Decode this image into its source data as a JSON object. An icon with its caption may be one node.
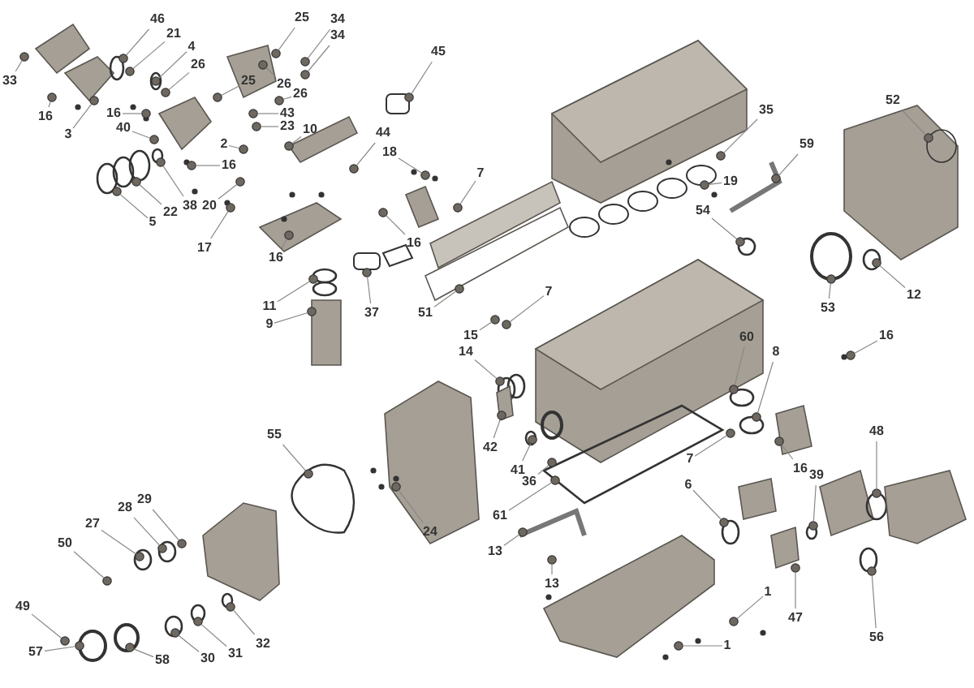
{
  "diagram": {
    "nodes": [
      {
        "text": [
          "33"
        ]
      },
      {
        "text": [
          "16"
        ]
      },
      {
        "text": [
          "46"
        ]
      },
      {
        "text": [
          "21"
        ]
      },
      {
        "text": [
          "4"
        ]
      },
      {
        "text": [
          "26"
        ]
      },
      {
        "text": [
          "3"
        ]
      },
      {
        "text": [
          "16"
        ]
      },
      {
        "text": [
          "40"
        ]
      },
      {
        "text": [
          "25"
        ]
      },
      {
        "text": [
          "34"
        ]
      },
      {
        "text": [
          "34"
        ]
      },
      {
        "text": [
          "25"
        ]
      },
      {
        "text": [
          "26"
        ]
      },
      {
        "text": [
          "26"
        ]
      },
      {
        "text": [
          "43"
        ]
      },
      {
        "text": [
          "23"
        ]
      },
      {
        "text": [
          "10"
        ]
      },
      {
        "text": [
          "2"
        ]
      },
      {
        "text": [
          "16"
        ]
      },
      {
        "text": [
          "45"
        ]
      },
      {
        "text": [
          "44"
        ]
      },
      {
        "text": [
          "18"
        ]
      },
      {
        "text": [
          "7"
        ]
      },
      {
        "text": [
          "5"
        ]
      },
      {
        "text": [
          "22"
        ]
      },
      {
        "text": [
          "38"
        ]
      },
      {
        "text": [
          "20"
        ]
      },
      {
        "text": [
          "17"
        ]
      },
      {
        "text": [
          "16"
        ]
      },
      {
        "text": [
          "16"
        ]
      },
      {
        "text": [
          "11"
        ]
      },
      {
        "text": [
          "9"
        ]
      },
      {
        "text": [
          "37"
        ]
      },
      {
        "text": [
          "51"
        ]
      },
      {
        "text": [
          "15"
        ]
      },
      {
        "text": [
          "35"
        ]
      },
      {
        "text": [
          "59"
        ]
      },
      {
        "text": [
          "52"
        ]
      },
      {
        "text": [
          "19"
        ]
      },
      {
        "text": [
          "54"
        ]
      },
      {
        "text": [
          "53"
        ]
      },
      {
        "text": [
          "12"
        ]
      },
      {
        "text": [
          "7"
        ]
      },
      {
        "text": [
          "60"
        ]
      },
      {
        "text": [
          "16"
        ]
      },
      {
        "text": [
          "8"
        ]
      },
      {
        "text": [
          "14"
        ]
      },
      {
        "text": [
          "42"
        ]
      },
      {
        "text": [
          "41"
        ]
      },
      {
        "text": [
          "36"
        ]
      },
      {
        "text": [
          "61"
        ]
      },
      {
        "text": [
          "13"
        ]
      },
      {
        "text": [
          "13"
        ]
      },
      {
        "text": [
          "55"
        ]
      },
      {
        "text": [
          "24"
        ]
      },
      {
        "text": [
          "29"
        ]
      },
      {
        "text": [
          "28"
        ]
      },
      {
        "text": [
          "27"
        ]
      },
      {
        "text": [
          "50"
        ]
      },
      {
        "text": [
          "49"
        ]
      },
      {
        "text": [
          "57"
        ]
      },
      {
        "text": [
          "58"
        ]
      },
      {
        "text": [
          "30"
        ]
      },
      {
        "text": [
          "31"
        ]
      },
      {
        "text": [
          "32"
        ]
      },
      {
        "text": [
          "6"
        ]
      },
      {
        "text": [
          "7"
        ]
      },
      {
        "text": [
          "16"
        ]
      },
      {
        "text": [
          "39"
        ]
      },
      {
        "text": [
          "48"
        ]
      },
      {
        "text": [
          "47"
        ]
      },
      {
        "text": [
          "56"
        ]
      },
      {
        "text": [
          "1"
        ]
      },
      {
        "text": [
          "1"
        ]
      },
      {
        "text": [],
        "shape": "circle"
      },
      {
        "text": [],
        "shape": "circle"
      },
      {
        "text": [],
        "shape": "circle"
      },
      {
        "text": [],
        "shape": "circle"
      },
      {
        "text": [],
        "shape": "circle"
      },
      {
        "text": [],
        "shape": "circle"
      },
      {
        "text": [],
        "shape": "circle"
      },
      {
        "text": [],
        "shape": "circle"
      },
      {
        "text": [],
        "shape": "circle"
      },
      {
        "text": [],
        "shape": "circle"
      },
      {
        "text": [],
        "shape": "circle"
      },
      {
        "text": [],
        "shape": "circle"
      },
      {
        "text": [],
        "shape": "circle"
      },
      {
        "text": [],
        "shape": "circle"
      },
      {
        "text": [],
        "shape": "circle"
      },
      {
        "text": [],
        "shape": "circle"
      },
      {
        "text": [],
        "shape": "circle"
      },
      {
        "text": [],
        "shape": "circle"
      },
      {
        "text": [],
        "shape": "circle"
      },
      {
        "text": [],
        "shape": "circle"
      },
      {
        "text": [],
        "shape": "circle"
      },
      {
        "text": [],
        "shape": "circle"
      },
      {
        "text": [],
        "shape": "circle"
      },
      {
        "text": [],
        "shape": "circle"
      },
      {
        "text": [],
        "shape": "circle"
      },
      {
        "text": [],
        "shape": "circle"
      },
      {
        "text": [],
        "shape": "circle"
      },
      {
        "text": [],
        "shape": "circle"
      },
      {
        "text": [],
        "shape": "circle"
      },
      {
        "text": [],
        "shape": "circle"
      },
      {
        "text": [],
        "shape": "circle"
      },
      {
        "text": [],
        "shape": "circle"
      },
      {
        "text": [],
        "shape": "circle"
      },
      {
        "text": [],
        "shape": "circle"
      },
      {
        "text": [],
        "shape": "circle"
      },
      {
        "text": [],
        "shape": "circle"
      },
      {
        "text": [],
        "shape": "circle"
      },
      {
        "text": [],
        "shape": "circle"
      },
      {
        "text": [],
        "shape": "circle"
      },
      {
        "text": [],
        "shape": "circle"
      },
      {
        "text": [],
        "shape": "circle"
      },
      {
        "text": [],
        "shape": "circle"
      },
      {
        "text": [],
        "shape": "circle"
      },
      {
        "text": [],
        "shape": "circle"
      },
      {
        "text": [],
        "shape": "circle"
      },
      {
        "text": [],
        "shape": "circle"
      },
      {
        "text": [],
        "shape": "circle"
      },
      {
        "text": [],
        "shape": "circle"
      },
      {
        "text": [],
        "shape": "circle"
      },
      {
        "text": [],
        "shape": "circle"
      },
      {
        "text": [],
        "shape": "circle"
      },
      {
        "text": [],
        "shape": "circle"
      },
      {
        "text": [],
        "shape": "circle"
      },
      {
        "text": [],
        "shape": "circle"
      },
      {
        "text": [],
        "shape": "circle"
      },
      {
        "text": [],
        "shape": "circle"
      },
      {
        "text": [],
        "shape": "circle"
      },
      {
        "text": [],
        "shape": "circle"
      },
      {
        "text": [],
        "shape": "circle"
      },
      {
        "text": [],
        "shape": "circle"
      },
      {
        "text": [],
        "shape": "circle"
      },
      {
        "text": [],
        "shape": "circle"
      },
      {
        "text": [],
        "shape": "circle"
      },
      {
        "text": [],
        "shape": "circle"
      },
      {
        "text": [],
        "shape": "circle"
      },
      {
        "text": [],
        "shape": "circle"
      },
      {
        "text": [],
        "shape": "circle"
      },
      {
        "text": [],
        "shape": "circle"
      },
      {
        "text": [],
        "shape": "circle"
      },
      {
        "text": [],
        "shape": "circle"
      },
      {
        "text": [],
        "shape": "circle"
      },
      {
        "text": [],
        "shape": "circle"
      },
      {
        "text": [],
        "shape": "circle"
      },
      {
        "text": [],
        "shape": "circle"
      },
      {
        "text": [],
        "shape": "circle"
      }
    ],
    "edges": [
      {
        "from": 0,
        "to": 75,
        "arrow": "none"
      },
      {
        "from": 1,
        "to": 76,
        "arrow": "none"
      },
      {
        "from": 2,
        "to": 77,
        "arrow": "none"
      },
      {
        "from": 3,
        "to": 78,
        "arrow": "none"
      },
      {
        "from": 4,
        "to": 79,
        "arrow": "none"
      },
      {
        "from": 5,
        "to": 80,
        "arrow": "none"
      },
      {
        "from": 6,
        "to": 81,
        "arrow": "none"
      },
      {
        "from": 7,
        "to": 82,
        "arrow": "none"
      },
      {
        "from": 8,
        "to": 83,
        "arrow": "none"
      },
      {
        "from": 9,
        "to": 84,
        "arrow": "none"
      },
      {
        "from": 10,
        "to": 85,
        "arrow": "none"
      },
      {
        "from": 11,
        "to": 86,
        "arrow": "none"
      },
      {
        "from": 12,
        "to": 87,
        "arrow": "none"
      },
      {
        "from": 13,
        "to": 88,
        "arrow": "none"
      },
      {
        "from": 14,
        "to": 89,
        "arrow": "none"
      },
      {
        "from": 15,
        "to": 90,
        "arrow": "none"
      },
      {
        "from": 16,
        "to": 91,
        "arrow": "none"
      },
      {
        "from": 17,
        "to": 92,
        "arrow": "none"
      },
      {
        "from": 18,
        "to": 93,
        "arrow": "none"
      },
      {
        "from": 19,
        "to": 94,
        "arrow": "none"
      },
      {
        "from": 20,
        "to": 95,
        "arrow": "none"
      },
      {
        "from": 21,
        "to": 96,
        "arrow": "none"
      },
      {
        "from": 22,
        "to": 97,
        "arrow": "none"
      },
      {
        "from": 23,
        "to": 98,
        "arrow": "none"
      },
      {
        "from": 24,
        "to": 99,
        "arrow": "none"
      },
      {
        "from": 25,
        "to": 100,
        "arrow": "none"
      },
      {
        "from": 26,
        "to": 101,
        "arrow": "none"
      },
      {
        "from": 27,
        "to": 102,
        "arrow": "none"
      },
      {
        "from": 28,
        "to": 103,
        "arrow": "none"
      },
      {
        "from": 29,
        "to": 104,
        "arrow": "none"
      },
      {
        "from": 30,
        "to": 105,
        "arrow": "none"
      },
      {
        "from": 31,
        "to": 106,
        "arrow": "none"
      },
      {
        "from": 32,
        "to": 107,
        "arrow": "none"
      },
      {
        "from": 33,
        "to": 108,
        "arrow": "none"
      },
      {
        "from": 34,
        "to": 109,
        "arrow": "none"
      },
      {
        "from": 35,
        "to": 110,
        "arrow": "none"
      },
      {
        "from": 36,
        "to": 111,
        "arrow": "none"
      },
      {
        "from": 37,
        "to": 112,
        "arrow": "none"
      },
      {
        "from": 38,
        "to": 113,
        "arrow": "none"
      },
      {
        "from": 39,
        "to": 114,
        "arrow": "none"
      },
      {
        "from": 40,
        "to": 115,
        "arrow": "none"
      },
      {
        "from": 41,
        "to": 116,
        "arrow": "none"
      },
      {
        "from": 42,
        "to": 117,
        "arrow": "none"
      },
      {
        "from": 43,
        "to": 118,
        "arrow": "none"
      },
      {
        "from": 44,
        "to": 119,
        "arrow": "none"
      },
      {
        "from": 45,
        "to": 120,
        "arrow": "none"
      },
      {
        "from": 46,
        "to": 121,
        "arrow": "none"
      },
      {
        "from": 47,
        "to": 122,
        "arrow": "none"
      },
      {
        "from": 48,
        "to": 123,
        "arrow": "none"
      },
      {
        "from": 49,
        "to": 124,
        "arrow": "none"
      },
      {
        "from": 50,
        "to": 125,
        "arrow": "none"
      },
      {
        "from": 51,
        "to": 126,
        "arrow": "none"
      },
      {
        "from": 52,
        "to": 127,
        "arrow": "none"
      },
      {
        "from": 53,
        "to": 128,
        "arrow": "none"
      },
      {
        "from": 54,
        "to": 129,
        "arrow": "none"
      },
      {
        "from": 55,
        "to": 130,
        "arrow": "none"
      },
      {
        "from": 56,
        "to": 131,
        "arrow": "none"
      },
      {
        "from": 57,
        "to": 132,
        "arrow": "none"
      },
      {
        "from": 58,
        "to": 133,
        "arrow": "none"
      },
      {
        "from": 59,
        "to": 134,
        "arrow": "none"
      },
      {
        "from": 60,
        "to": 135,
        "arrow": "none"
      },
      {
        "from": 61,
        "to": 136,
        "arrow": "none"
      },
      {
        "from": 62,
        "to": 137,
        "arrow": "none"
      },
      {
        "from": 63,
        "to": 138,
        "arrow": "none"
      },
      {
        "from": 64,
        "to": 139,
        "arrow": "none"
      },
      {
        "from": 65,
        "to": 140,
        "arrow": "none"
      },
      {
        "from": 66,
        "to": 141,
        "arrow": "none"
      },
      {
        "from": 67,
        "to": 142,
        "arrow": "none"
      },
      {
        "from": 68,
        "to": 143,
        "arrow": "none"
      },
      {
        "from": 69,
        "to": 144,
        "arrow": "none"
      },
      {
        "from": 70,
        "to": 145,
        "arrow": "none"
      },
      {
        "from": 71,
        "to": 146,
        "arrow": "none"
      },
      {
        "from": 72,
        "to": 147,
        "arrow": "none"
      },
      {
        "from": 73,
        "to": 148,
        "arrow": "none"
      },
      {
        "from": 74,
        "to": 149,
        "arrow": "none"
      }
    ]
  }
}
